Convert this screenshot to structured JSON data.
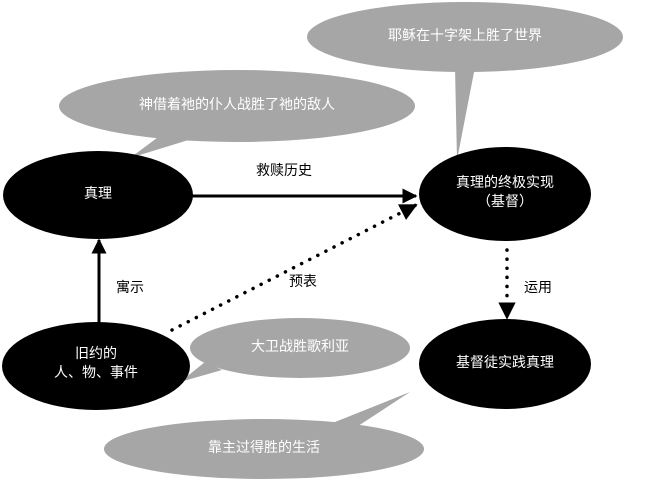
{
  "nodes": {
    "truth": "真理",
    "ultimate": [
      "真理的终极实现",
      "（基督）"
    ],
    "old_testament": [
      "旧约的",
      "人、物、事件"
    ],
    "practice": "基督徒实践真理"
  },
  "bubbles": {
    "jesus_cross": "耶稣在十字架上胜了世界",
    "god_uses": "神借着祂的仆人战胜了祂的敌人",
    "david": "大卫战胜歌利亚",
    "victory_life": "靠主过得胜的生活"
  },
  "edges": {
    "redemption_history": "救赎历史",
    "revelation": "寓示",
    "foreshadow": "预表",
    "application": "运用"
  },
  "colors": {
    "node_fill": "#000000",
    "bubble_fill": "#a6a6a6",
    "line": "#000000"
  }
}
